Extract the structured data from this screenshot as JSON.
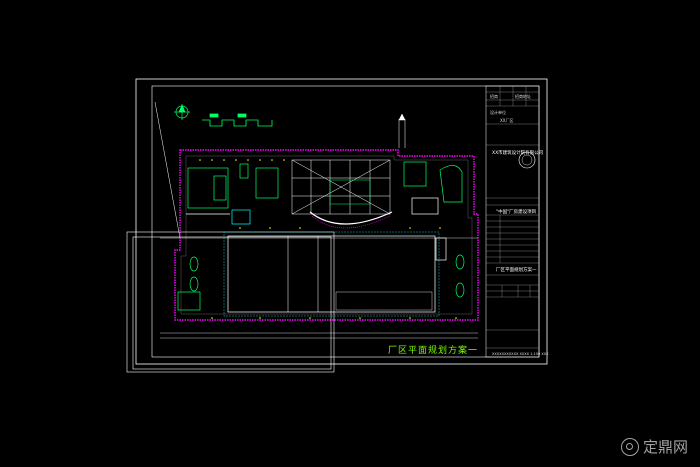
{
  "drawing": {
    "plan_title": "厂区平面规划方案一",
    "title_block": {
      "header_left": "招商",
      "header_right": "招商地址",
      "designer_label": "设计单位",
      "client": "XX厂区",
      "company": "XX市建筑设计院有限公司",
      "project_name": "\"中国\"厂房建设项目",
      "drawing_name": "厂区平面规划方案一",
      "footer": "XXXXXXXXXXX XXXX 1:100 XXX"
    }
  },
  "watermark": {
    "text": "定鼎网",
    "logo": "dingding-logo-icon"
  },
  "colors": {
    "background": "#000000",
    "frame": "#ffffff",
    "building": "#00ff66",
    "magenta": "#ff00ff",
    "cyan": "#00ffff",
    "yellow": "#ffff00",
    "green": "#7CFC00"
  }
}
